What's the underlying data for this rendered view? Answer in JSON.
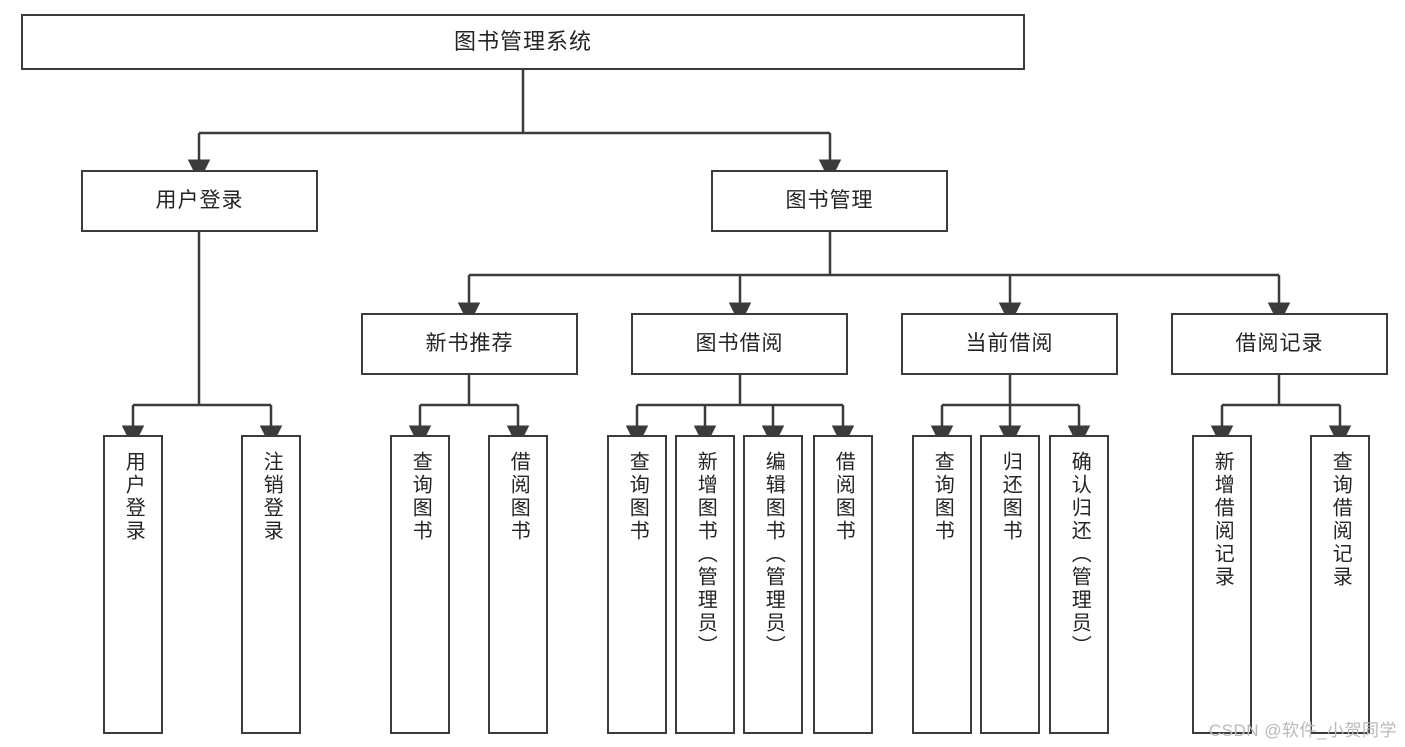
{
  "diagram": {
    "type": "tree",
    "title": "图书管理系统",
    "root": {
      "label": "图书管理系统"
    },
    "level2": [
      {
        "label": "用户登录"
      },
      {
        "label": "图书管理"
      }
    ],
    "level3": [
      {
        "label": "新书推荐"
      },
      {
        "label": "图书借阅"
      },
      {
        "label": "当前借阅"
      },
      {
        "label": "借阅记录"
      }
    ],
    "leaves": {
      "user_login": [
        {
          "label": "用户登录"
        },
        {
          "label": "注销登录"
        }
      ],
      "new_book_recommend": [
        {
          "label": "查询图书"
        },
        {
          "label": "借阅图书"
        }
      ],
      "book_borrow": [
        {
          "label": "查询图书"
        },
        {
          "label": "新增图书（管理员）"
        },
        {
          "label": "编辑图书（管理员）"
        },
        {
          "label": "借阅图书"
        }
      ],
      "current_borrow": [
        {
          "label": "查询图书"
        },
        {
          "label": "归还图书"
        },
        {
          "label": "确认归还（管理员）"
        }
      ],
      "borrow_record": [
        {
          "label": "新增借阅记录"
        },
        {
          "label": "查询借阅记录"
        }
      ]
    }
  },
  "watermark": {
    "text": "CSDN @软件_小贺同学"
  },
  "colors": {
    "border": "#3b3b3b",
    "text": "#242424",
    "background": "#ffffff",
    "watermark": "#b9b9b9"
  }
}
